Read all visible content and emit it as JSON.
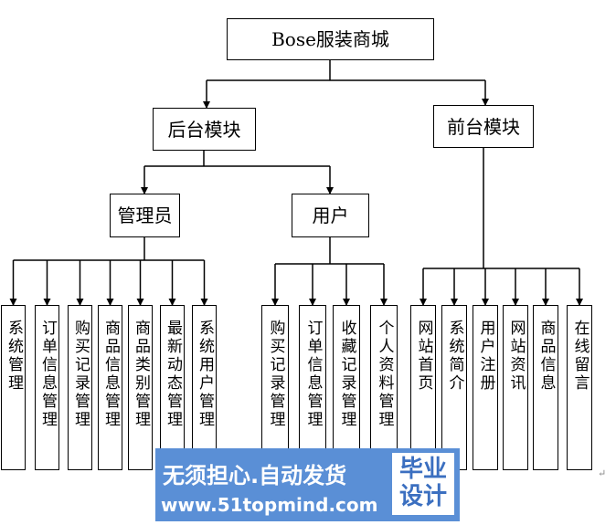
{
  "root": "Bose服装商城",
  "back": "后台模块",
  "front": "前台模块",
  "admin": "管理员",
  "user": "用户",
  "admin_items": [
    "系统管理",
    "订单信息管理",
    "购买记录管理",
    "商品信息管理",
    "商品类别管理",
    "最新动态管理",
    "系统用户管理"
  ],
  "user_items": [
    "购买记录管理",
    "订单信息管理",
    "收藏记录管理",
    "个人资料管理"
  ],
  "front_items": [
    "网站首页",
    "系统简介",
    "用户注册",
    "网站资讯",
    "商品信息",
    "在线留言"
  ],
  "watermark": {
    "line1": "无须担心.自动发货",
    "line2": "www.51topmind.com",
    "seal_top": "毕业",
    "seal_bottom": "设计"
  },
  "return_mark": "↵"
}
